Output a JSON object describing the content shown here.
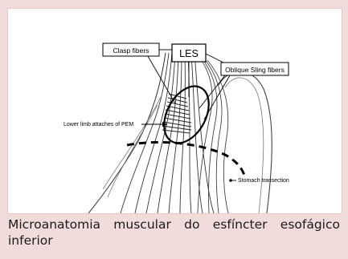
{
  "labels": {
    "les": "LES",
    "clasp": "Clasp fibers",
    "oblique": "Oblique Sling fibers",
    "lower_limb": "Lower limb attaches of PEM",
    "stomach": "Stomach transection"
  },
  "caption": "Microanatomia muscular do esfíncter esofágico inferior",
  "colors": {
    "background": "#f2dcdb",
    "figure_bg": "#ffffff",
    "ink": "#000000"
  }
}
